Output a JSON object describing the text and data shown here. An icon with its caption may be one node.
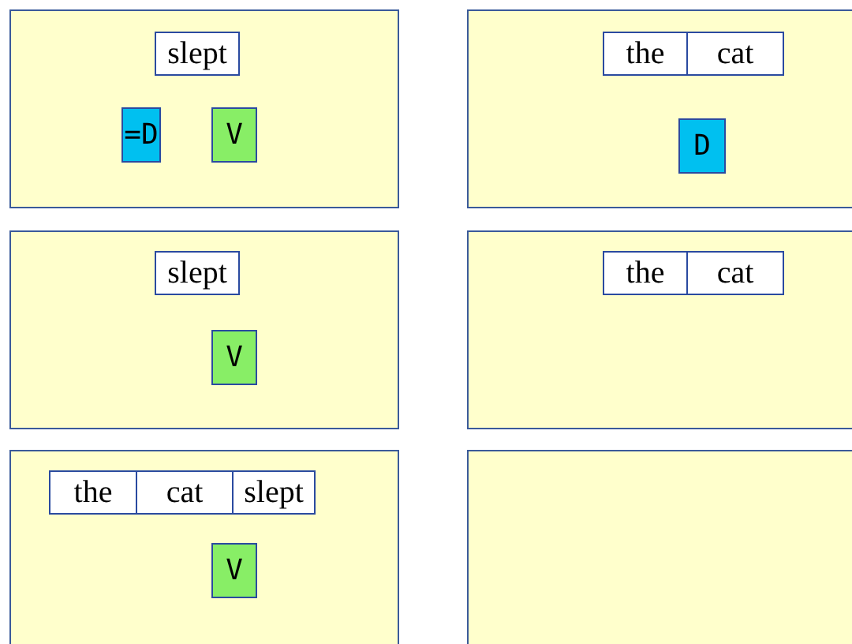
{
  "diagram": {
    "nodes": [
      {
        "text": [],
        "shape": "box"
      },
      {
        "text": [
          "slept"
        ],
        "in": 0
      },
      {
        "text": [
          "=D"
        ],
        "in": 0
      },
      {
        "text": [
          "V"
        ],
        "in": 0
      },
      {
        "text": [],
        "shape": "box"
      },
      {
        "text": [
          "the"
        ],
        "in": 4
      },
      {
        "text": [
          "cat"
        ],
        "in": 4
      },
      {
        "text": [
          "D"
        ],
        "in": 4
      },
      {
        "text": [],
        "shape": "box"
      },
      {
        "text": [
          "slept"
        ],
        "in": 8
      },
      {
        "text": [
          "V"
        ],
        "in": 8
      },
      {
        "text": [],
        "shape": "box"
      },
      {
        "text": [
          "the"
        ],
        "in": 11
      },
      {
        "text": [
          "cat"
        ],
        "in": 11
      },
      {
        "text": [],
        "shape": "box"
      },
      {
        "text": [
          "the"
        ],
        "in": 14
      },
      {
        "text": [
          "cat"
        ],
        "in": 14
      },
      {
        "text": [
          "slept"
        ],
        "in": 14
      },
      {
        "text": [
          "V"
        ],
        "in": 14
      },
      {
        "text": [],
        "shape": "box"
      }
    ]
  }
}
